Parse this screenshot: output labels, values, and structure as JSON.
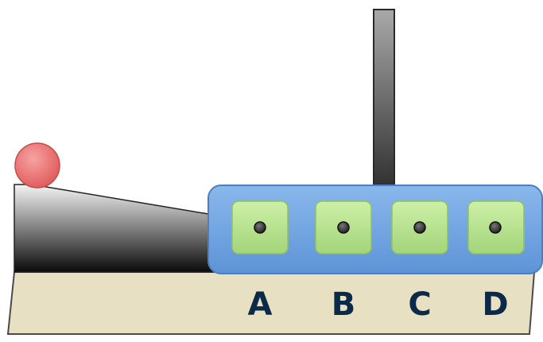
{
  "ports": [
    {
      "label": "A"
    },
    {
      "label": "B"
    },
    {
      "label": "C"
    },
    {
      "label": "D"
    }
  ],
  "colors": {
    "ball": "#e86a6a",
    "base": "#e8e0c2",
    "panel": "#6fa3e0",
    "port": "#b6e38a",
    "port_hole": "#333333",
    "ramp_dark": "#111111",
    "antenna": "#555555",
    "label": "#0b2a4a"
  }
}
